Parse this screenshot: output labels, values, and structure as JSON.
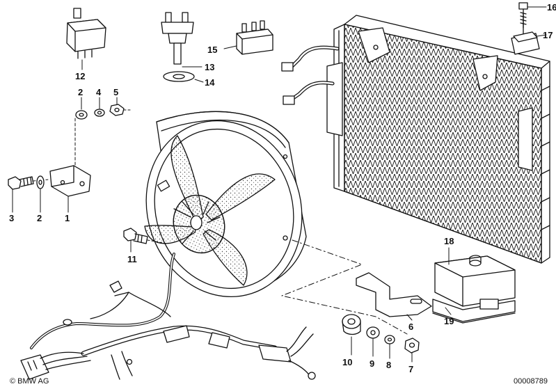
{
  "callouts": {
    "c1": "1",
    "c2a": "2",
    "c2b": "2",
    "c3": "3",
    "c4": "4",
    "c5": "5",
    "c6": "6",
    "c7": "7",
    "c8": "8",
    "c9": "9",
    "c10": "10",
    "c11": "11",
    "c12": "12",
    "c13": "13",
    "c14": "14",
    "c15": "15",
    "c16": "16",
    "c17": "17",
    "c18": "18",
    "c19": "19"
  },
  "footer": {
    "copyright": "© BMW AG",
    "diagram_number": "00008789"
  },
  "colors": {
    "ink": "#111111",
    "paper": "#ffffff",
    "shade": "#bdbdbd"
  }
}
